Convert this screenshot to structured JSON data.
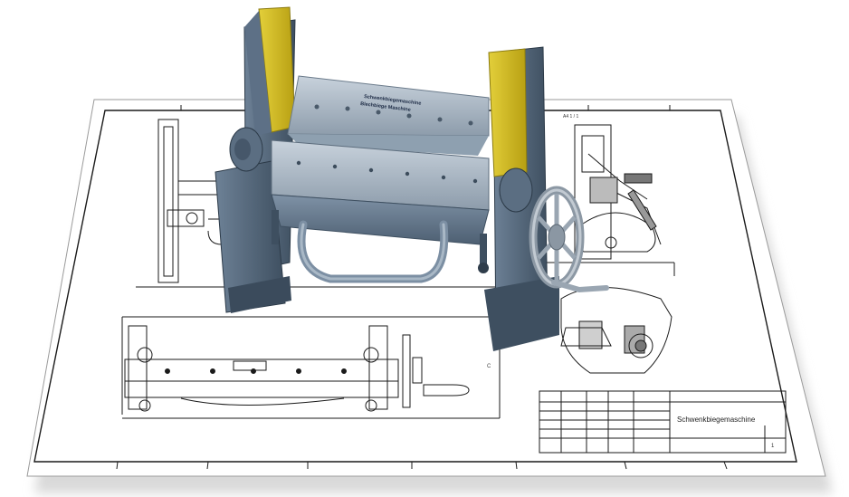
{
  "drawing": {
    "sheet_id": "A4 1 / 1",
    "title_block_name": "Schwenkbiegemaschine"
  },
  "machine": {
    "plate_line1": "Schwenkbiegemaschine",
    "plate_line2": "Blechbiege Maschine"
  },
  "colors": {
    "frame": "#55687c",
    "frame_dark": "#3b4b5c",
    "frame_light": "#7b8ea2",
    "yellow_cap": "#d7c128",
    "blade": "#aebbc8",
    "ink": "#1a1a1a"
  }
}
